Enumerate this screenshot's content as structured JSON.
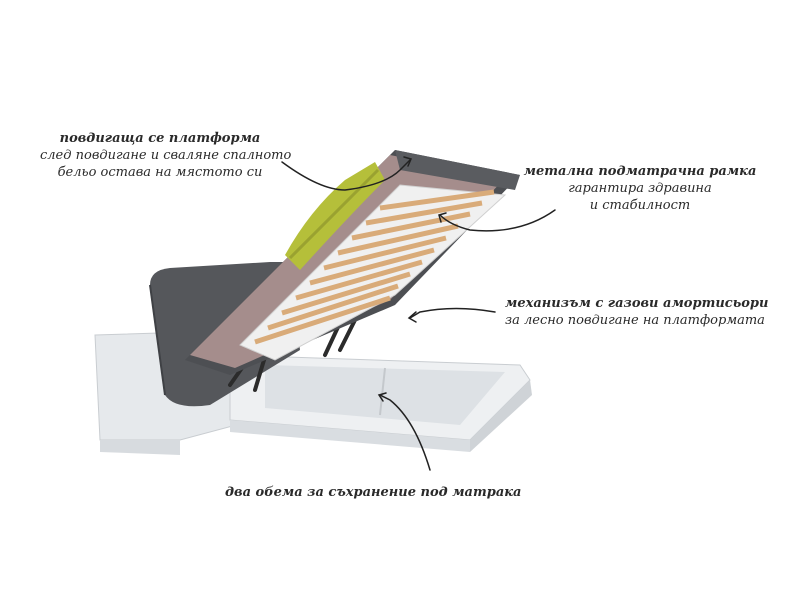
{
  "annotations": {
    "platform": {
      "title": "повдигаща се платформа",
      "line1": "след повдигане и сваляне спалното",
      "line2": "бельо остава на мястото си"
    },
    "frame": {
      "title": "метална подматрачна рамка",
      "line1": "гарантира здравина",
      "line2": "и стабилност"
    },
    "mechanism": {
      "title": "механизъм с газови амортисьори",
      "line1": "за лесно повдигане на платформата"
    },
    "storage": {
      "title": "два обема за съхранение под матрака"
    }
  },
  "colors": {
    "upholstery": "#5a5a5e",
    "wood_white": "#e9ecef",
    "mattress": "#a88f8f",
    "slats": "#e2b889",
    "throw": "#b9c23a",
    "arrow": "#222222"
  }
}
